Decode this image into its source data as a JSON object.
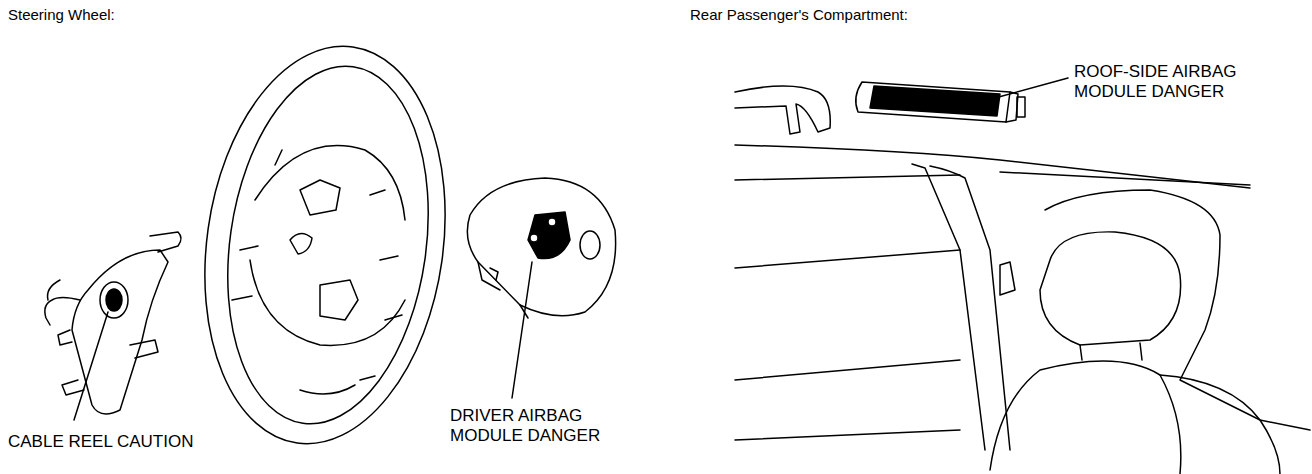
{
  "diagram": {
    "labels": [
      "Steering Wheel:",
      "Rear Passenger's Compartment:",
      "CABLE REEL CAUTION",
      "DRIVER AIRBAG MODULE DANGER",
      "ROOF-SIDE AIRBAG MODULE DANGER"
    ]
  }
}
